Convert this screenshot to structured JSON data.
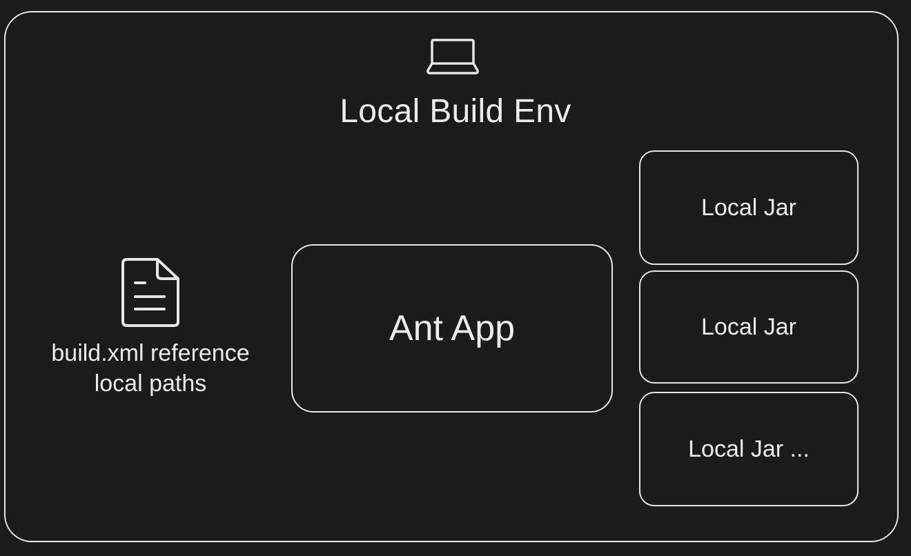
{
  "diagram": {
    "title": "Local Build Env",
    "build_file": {
      "icon": "file-text-icon",
      "label_line1": "build.xml reference",
      "label_line2": "local paths"
    },
    "app": {
      "label": "Ant App"
    },
    "jars": [
      {
        "label": "Local Jar"
      },
      {
        "label": "Local Jar"
      },
      {
        "label": "Local Jar ..."
      }
    ],
    "env_icon": "laptop-icon"
  },
  "colors": {
    "background": "#1b1b1b",
    "stroke": "#e6e6e6",
    "text": "#ececec"
  }
}
